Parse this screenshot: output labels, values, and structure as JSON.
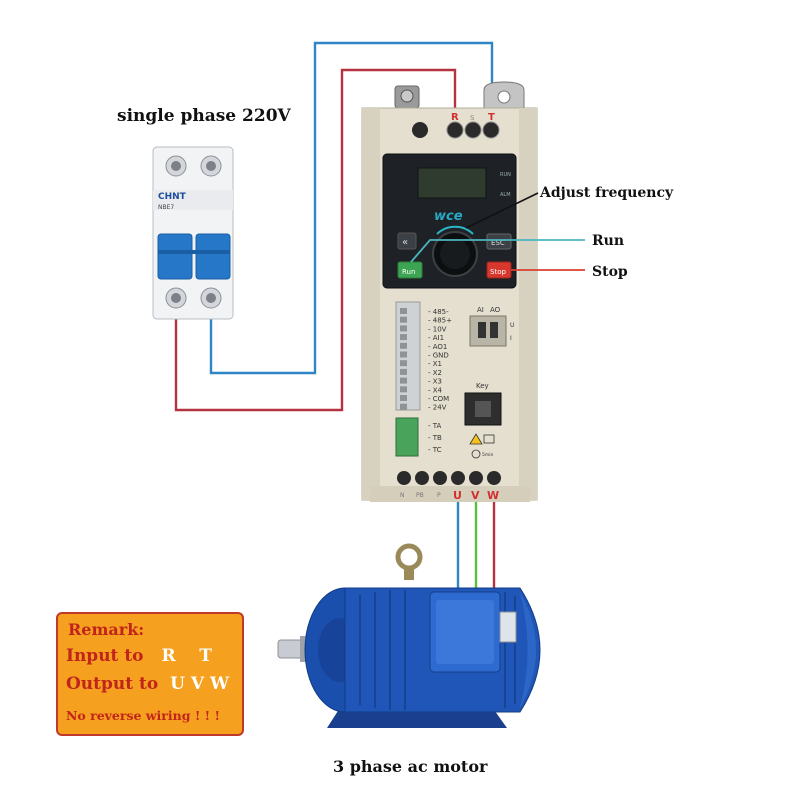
{
  "breaker": {
    "title": "single phase  220V",
    "brand": "CHNT",
    "model": "NBE7"
  },
  "vfd": {
    "brand": "wce",
    "top_terminals": [
      "R",
      "S",
      "T"
    ],
    "led_labels": [
      "RUN",
      "ALM"
    ],
    "buttons": {
      "back": "«",
      "esc": "ESC",
      "run": "Run",
      "stop": "Stop"
    },
    "io_terminals": [
      "485-",
      "485+",
      "10V",
      "AI1",
      "AO1",
      "GND",
      "X1",
      "X2",
      "X3",
      "X4",
      "COM",
      "24V"
    ],
    "relay_terminals": [
      "TA",
      "TB",
      "TC"
    ],
    "switch_labels": [
      "AI",
      "AO"
    ],
    "switch_side": [
      "U",
      "I"
    ],
    "key_label": "Key",
    "bottom_terminals": [
      "N",
      "PB",
      "P",
      "U",
      "V",
      "W"
    ],
    "discharge_note": "5min"
  },
  "annotations": {
    "adjust_frequency": "Adjust frequency",
    "run": "Run",
    "stop": "Stop"
  },
  "remark": {
    "heading": "Remark:",
    "input_prefix": "Input to",
    "input_terms": "R    T",
    "output_prefix": "Output to",
    "output_terms": "U V W",
    "warning": "No reverse wiring ! ! !"
  },
  "motor": {
    "caption": "3 phase ac motor"
  },
  "colors": {
    "wire_red": "#b5323f",
    "wire_blue": "#2f86c4",
    "wire_teal": "#4ab7bd",
    "wire_green": "#5cbf3c",
    "annot_red": "#d9402f",
    "remark_bg": "#f6a01f",
    "motor_blue": "#1f56b8",
    "vfd_body": "#e4dfcf"
  }
}
